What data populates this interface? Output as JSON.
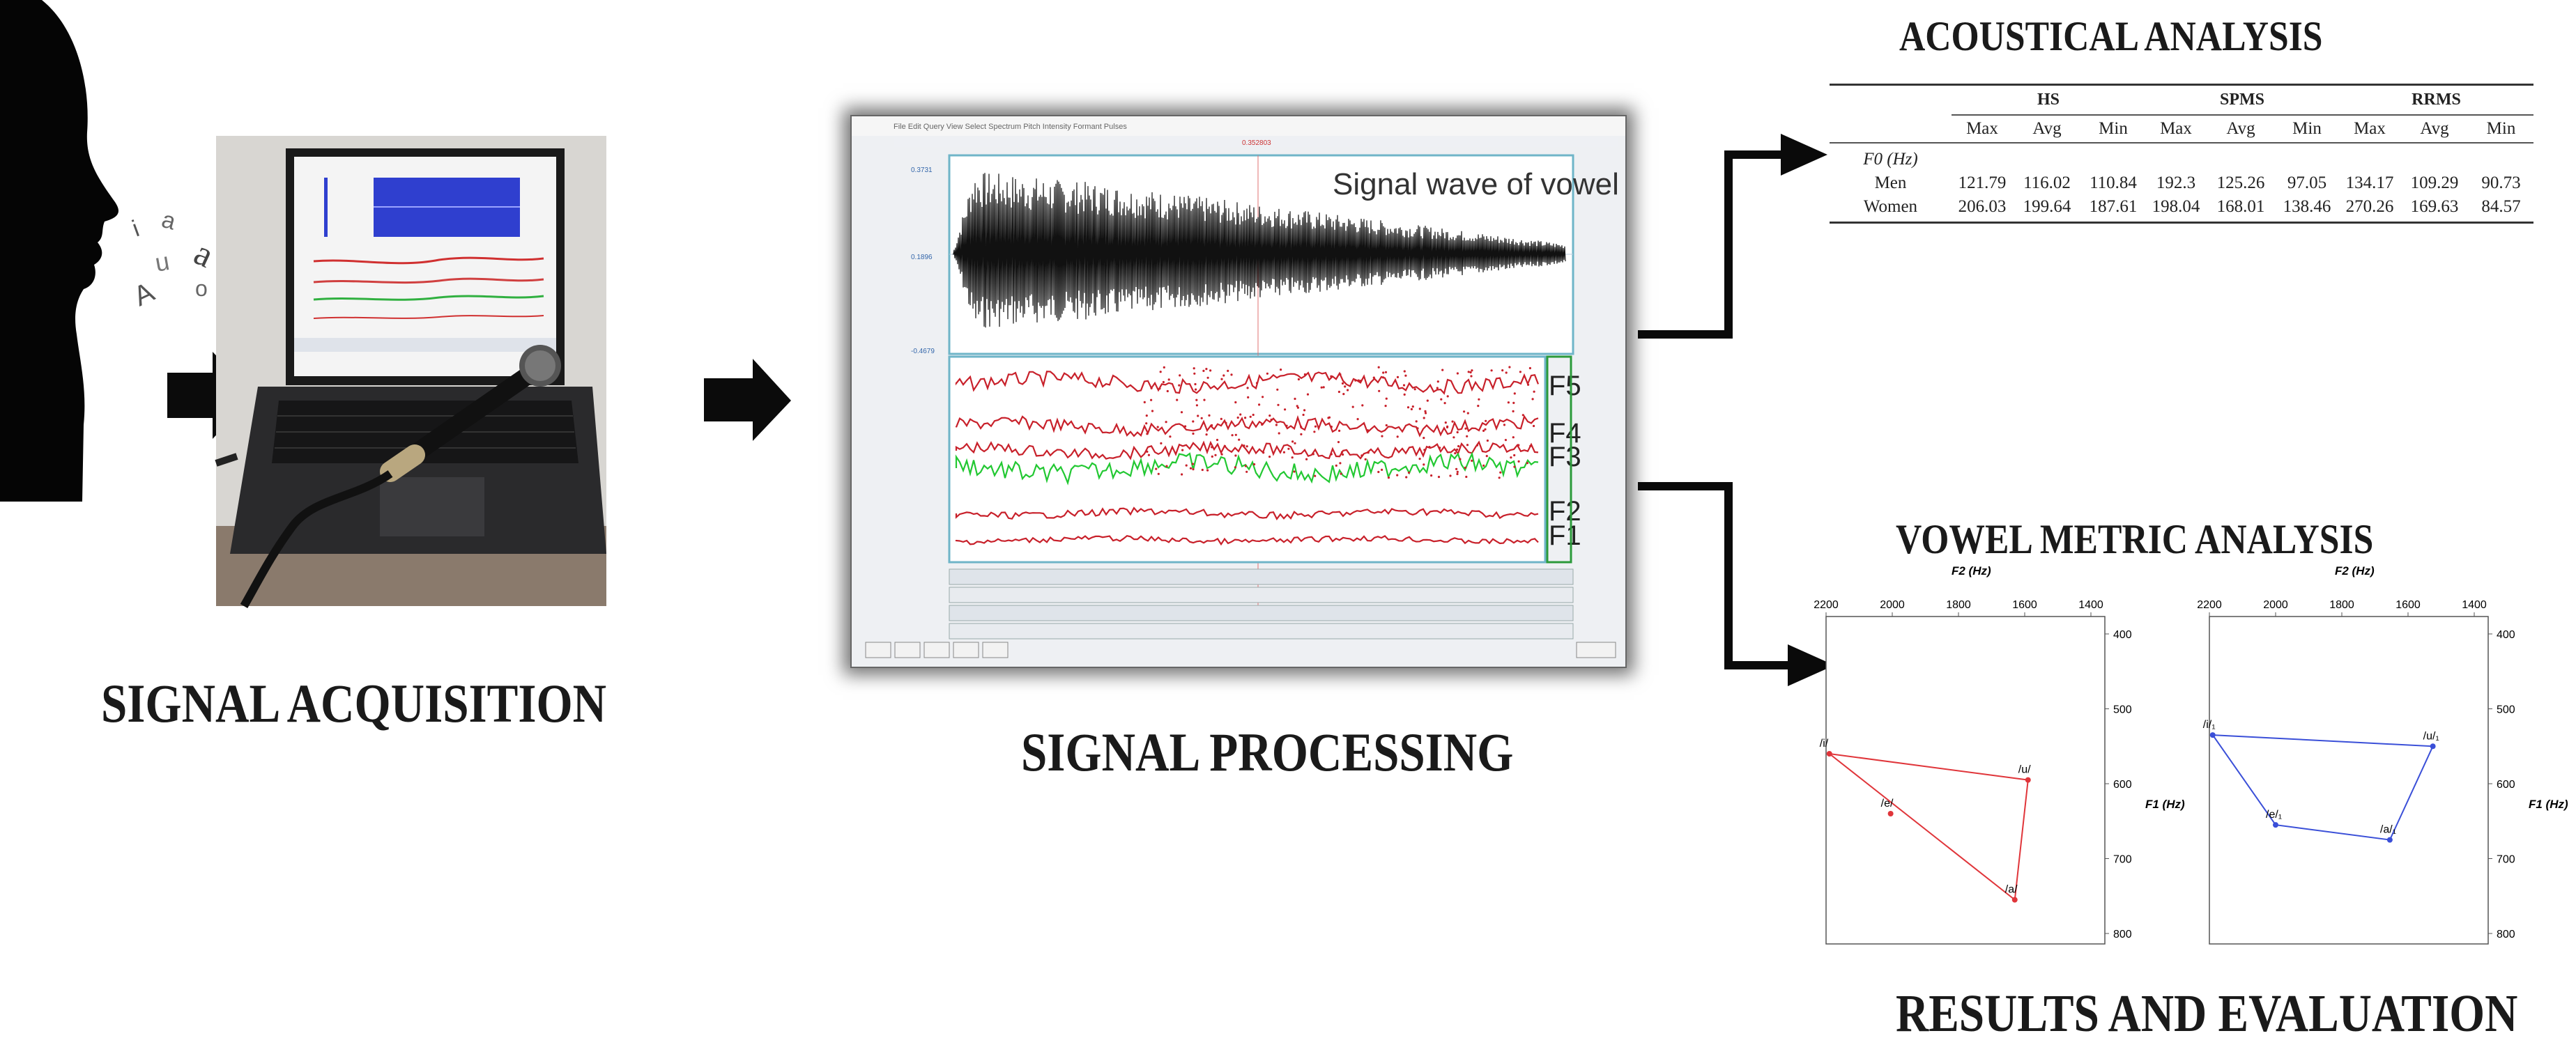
{
  "headings": {
    "acquisition": "SIGNAL ACQUISITION",
    "processing": "SIGNAL PROCESSING",
    "acoustical": "ACOUSTICAL ANALYSIS",
    "vowel_metric": "VOWEL METRIC ANALYSIS",
    "results": "RESULTS AND EVALUATION"
  },
  "praat": {
    "signal_label": "Signal wave of vowel",
    "formants": [
      "F5",
      "F4",
      "F3",
      "F2",
      "F1"
    ]
  },
  "table": {
    "groups": [
      "HS",
      "SPMS",
      "RRMS"
    ],
    "stats": [
      "Max",
      "Avg",
      "Min"
    ],
    "measure_label": "F0 (Hz)",
    "rows": [
      {
        "label": "Men",
        "values": [
          "121.79",
          "116.02",
          "110.84",
          "192.3",
          "125.26",
          "97.05",
          "134.17",
          "109.29",
          "90.73"
        ]
      },
      {
        "label": "Women",
        "values": [
          "206.03",
          "199.64",
          "187.61",
          "198.04",
          "168.01",
          "138.46",
          "270.26",
          "169.63",
          "84.57"
        ]
      }
    ]
  },
  "vowel_charts": [
    {
      "x_title": "F2 (Hz)",
      "y_title": "F1 (Hz)",
      "x_ticks": [
        "2200",
        "2000",
        "1800",
        "1600",
        "1400"
      ],
      "y_ticks": [
        "400",
        "500",
        "600",
        "700",
        "800"
      ],
      "color": "#e0353a",
      "points": [
        {
          "label": "/i/",
          "f2": 2190,
          "f1": 560
        },
        {
          "label": "/u/",
          "f2": 1590,
          "f1": 595
        },
        {
          "label": "/a/",
          "f2": 1630,
          "f1": 755
        },
        {
          "label": "/e/",
          "f2": 2005,
          "f1": 640
        }
      ],
      "polygon": [
        "/i/",
        "/u/",
        "/a/"
      ]
    },
    {
      "x_title": "F2 (Hz)",
      "y_title": "F1 (Hz)",
      "x_ticks": [
        "2200",
        "2000",
        "1800",
        "1600",
        "1400"
      ],
      "y_ticks": [
        "400",
        "500",
        "600",
        "700",
        "800"
      ],
      "color": "#3a4fd8",
      "points": [
        {
          "label": "/i/₁",
          "f2": 2190,
          "f1": 535
        },
        {
          "label": "/u/₁",
          "f2": 1525,
          "f1": 550
        },
        {
          "label": "/a/₁",
          "f2": 1655,
          "f1": 675
        },
        {
          "label": "/e/₁",
          "f2": 2000,
          "f1": 655
        }
      ],
      "polygon": [
        "/i/₁",
        "/u/₁",
        "/a/₁",
        "/e/₁"
      ]
    }
  ],
  "colors": {
    "arrow": "#111111",
    "praat_red": "#c8202a",
    "praat_green": "#22c832",
    "waveform": "#111111",
    "laptop_screen_wave": "#3040d0"
  }
}
